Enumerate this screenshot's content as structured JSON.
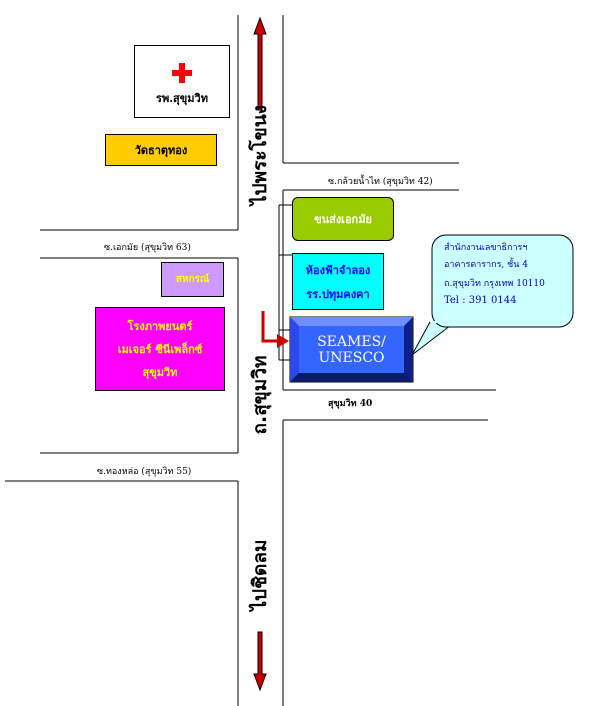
{
  "roads": {
    "north_direction": "ไปพระโขนง",
    "south_direction": "ไปชิดลม",
    "main_road": "ถ.สุขุมวิท",
    "soi_42": "ซ.กล้วยน้ำไท (สุขุมวิท 42)",
    "soi_63": "ซ.เอกมัย (สุขุมวิท 63)",
    "soi_55": "ซ.ทองหล่อ (สุขุมวิท 55)",
    "soi_40": "สุขุมวิท 40"
  },
  "places": {
    "hospital": "รพ.สุขุมวิท",
    "temple": "วัดธาตุทอง",
    "bus_terminal": "ขนส่งเอกมัย",
    "planetarium_line1": "ห้องฟ้าจำลอง",
    "planetarium_line2": "รร.ปทุมคงคา",
    "store": "สหกรณ์",
    "cinema_line1": "โรงภาพยนตร์",
    "cinema_line2": "เมเจอร์ ซีนีเพล็กซ์",
    "cinema_line3": "สุขุมวิท",
    "seameo_line1": "SEAMES/",
    "seameo_line2": "UNESCO"
  },
  "callout": {
    "line1": "สำนักงานเลขาธิการฯ",
    "line2": "อาคารดารากร, ชั้น 4",
    "line3": "ถ.สุขุมวิท กรุงเทพ 10110",
    "line4": "Tel : 391 0144"
  },
  "colors": {
    "hospital_cross": "#ff0000",
    "temple": "#ffcc00",
    "bus_terminal": "#99cc00",
    "planetarium": "#00ffff",
    "store": "#cc99ff",
    "cinema": "#ff00ff",
    "cinema_text": "#ffff00",
    "seameo": "#3366ff",
    "callout": "#ccffff",
    "arrow": "#cc0000"
  }
}
